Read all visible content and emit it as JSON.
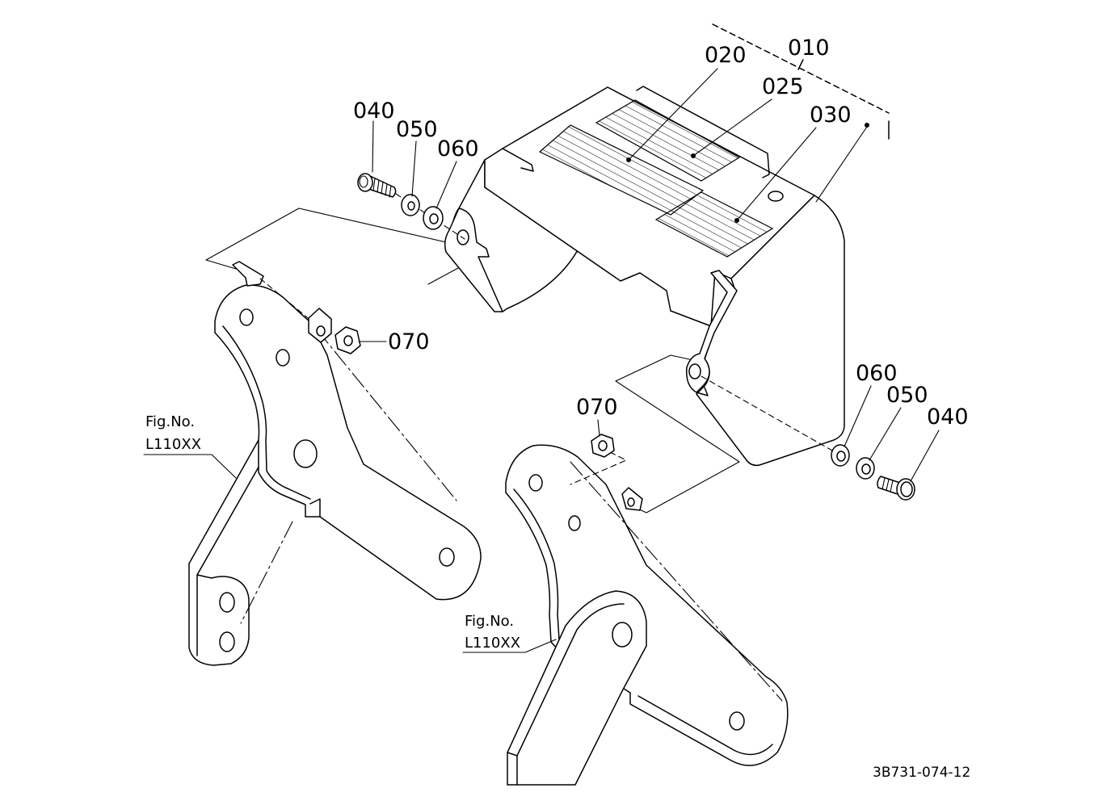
{
  "colors": {
    "line": "#000000",
    "background": "#ffffff"
  },
  "callouts": {
    "c010": "010",
    "c020": "020",
    "c025": "025",
    "c030": "030",
    "left_040": "040",
    "left_050": "050",
    "left_060": "060",
    "left_070": "070",
    "right_070": "070",
    "right_060": "060",
    "right_050": "050",
    "right_040": "040"
  },
  "figure_references": [
    {
      "line1": "Fig.No.",
      "line2": "L110XX"
    },
    {
      "line1": "Fig.No.",
      "line2": "L110XX"
    }
  ],
  "drawing_number": "3B731-074-12"
}
